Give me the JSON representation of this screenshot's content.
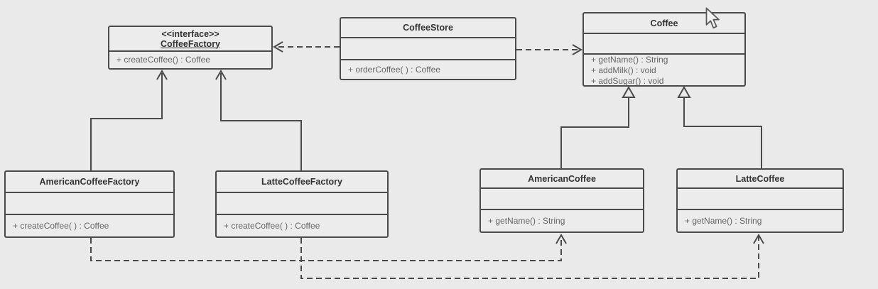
{
  "classes": {
    "coffee_factory": {
      "stereotype": "<<interface>>",
      "name": "CoffeeFactory",
      "methods": [
        "+ createCoffee() : Coffee"
      ]
    },
    "coffee_store": {
      "name": "CoffeeStore",
      "methods": [
        "+ orderCoffee( ) : Coffee"
      ]
    },
    "coffee": {
      "name": "Coffee",
      "methods": [
        "+ getName() : String",
        "+ addMilk() : void",
        "+ addSugar() : void"
      ]
    },
    "american_coffee_factory": {
      "name": "AmericanCoffeeFactory",
      "methods": [
        "+ createCoffee( ) : Coffee"
      ]
    },
    "latte_coffee_factory": {
      "name": "LatteCoffeeFactory",
      "methods": [
        "+ createCoffee( ) : Coffee"
      ]
    },
    "american_coffee": {
      "name": "AmericanCoffee",
      "methods": [
        "+ getName() : String"
      ]
    },
    "latte_coffee": {
      "name": "LatteCoffee",
      "methods": [
        "+ getName() : String"
      ]
    }
  },
  "relationships": [
    {
      "type": "dependency",
      "from": "CoffeeStore",
      "to": "CoffeeFactory"
    },
    {
      "type": "dependency",
      "from": "CoffeeStore",
      "to": "Coffee"
    },
    {
      "type": "realization",
      "from": "AmericanCoffeeFactory",
      "to": "CoffeeFactory"
    },
    {
      "type": "realization",
      "from": "LatteCoffeeFactory",
      "to": "CoffeeFactory"
    },
    {
      "type": "generalization",
      "from": "AmericanCoffee",
      "to": "Coffee"
    },
    {
      "type": "generalization",
      "from": "LatteCoffee",
      "to": "Coffee"
    },
    {
      "type": "dependency",
      "from": "AmericanCoffeeFactory",
      "to": "AmericanCoffee"
    },
    {
      "type": "dependency",
      "from": "LatteCoffeeFactory",
      "to": "LatteCoffee"
    }
  ],
  "colors": {
    "background": "#eaeaea",
    "box_fill": "#ececec",
    "border": "#4a4a4a",
    "title_text": "#333333",
    "method_text": "#666666"
  }
}
